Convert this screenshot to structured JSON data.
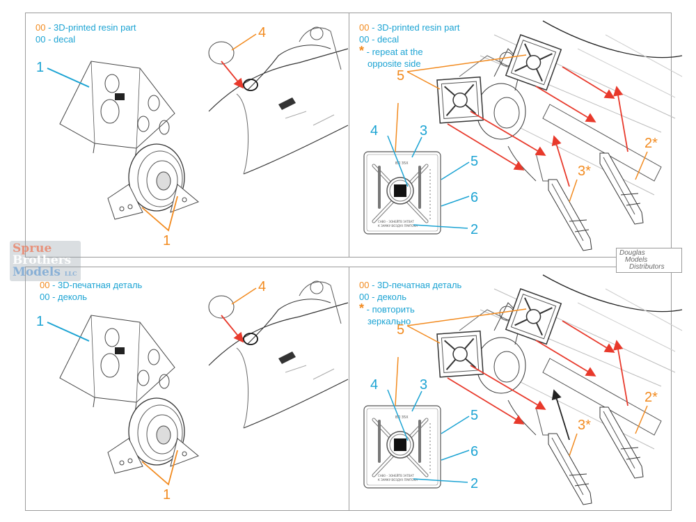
{
  "panels": [
    {
      "id": "top-left",
      "language": "en",
      "legend": {
        "resin_code": "00",
        "resin_text": " - 3D-printed resin part",
        "decal_code": "00",
        "decal_text": " - decal"
      },
      "callouts": [
        {
          "label": "1",
          "color": "blue",
          "target": "decal on wheel chock"
        },
        {
          "label": "4",
          "color": "orange",
          "target": "canopy part"
        },
        {
          "label": "1",
          "color": "orange",
          "target": "wheel chocks"
        }
      ]
    },
    {
      "id": "top-right",
      "language": "en",
      "legend": {
        "resin_code": "00",
        "resin_text": " - 3D-printed resin part",
        "decal_code": "00",
        "decal_text": " - decal",
        "repeat_symbol": "*",
        "repeat_text_line1": " - repeat at the",
        "repeat_text_line2": "opposite side"
      },
      "callouts": [
        {
          "label": "5",
          "color": "orange"
        },
        {
          "label": "4",
          "color": "blue"
        },
        {
          "label": "3",
          "color": "blue"
        },
        {
          "label": "5",
          "color": "blue"
        },
        {
          "label": "6",
          "color": "blue"
        },
        {
          "label": "2",
          "color": "blue"
        },
        {
          "label": "3*",
          "color": "orange"
        },
        {
          "label": "2*",
          "color": "orange"
        }
      ]
    },
    {
      "id": "bottom-left",
      "language": "ru",
      "legend": {
        "resin_code": "00",
        "resin_text": " - 3D-печатная деталь",
        "decal_code": "00",
        "decal_text": " - деколь"
      },
      "callouts": [
        {
          "label": "1",
          "color": "blue"
        },
        {
          "label": "4",
          "color": "orange"
        },
        {
          "label": "1",
          "color": "orange"
        }
      ]
    },
    {
      "id": "bottom-right",
      "language": "ru",
      "legend": {
        "resin_code": "00",
        "resin_text": " - 3D-печатная деталь",
        "decal_code": "00",
        "decal_text": " - деколь",
        "repeat_symbol": "*",
        "repeat_text_line1": " - повторить",
        "repeat_text_line2": "зеркально"
      },
      "callouts": [
        {
          "label": "5",
          "color": "orange"
        },
        {
          "label": "4",
          "color": "blue"
        },
        {
          "label": "3",
          "color": "blue"
        },
        {
          "label": "5",
          "color": "blue"
        },
        {
          "label": "6",
          "color": "blue"
        },
        {
          "label": "2",
          "color": "blue"
        },
        {
          "label": "3*",
          "color": "orange"
        },
        {
          "label": "2*",
          "color": "orange"
        }
      ]
    }
  ],
  "watermarks": {
    "sprue": {
      "line1": "Sprue",
      "line2": "Brothers",
      "line3": "Models",
      "suffix": "LLC"
    },
    "douglas": {
      "line1": "Douglas",
      "line2": "Models",
      "line3": "Distributors"
    }
  },
  "colors": {
    "resin_orange": "#f28a1e",
    "decal_blue": "#1ba3d3",
    "arrow_red": "#e8392b",
    "arrow_black": "#222222",
    "line_gray": "#555555"
  }
}
